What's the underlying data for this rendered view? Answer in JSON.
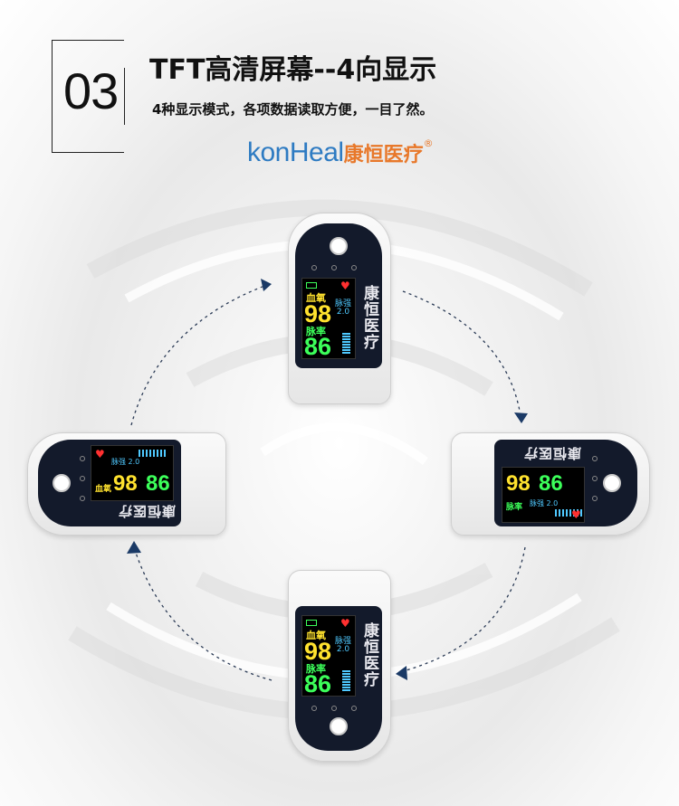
{
  "header": {
    "number": "03",
    "title": "TFT高清屏幕--4向显示",
    "subtitle": "4种显示模式，各项数据读取方便，一目了然。"
  },
  "logo": {
    "english": "konHeal",
    "chinese": "康恒医疗",
    "registered": "®"
  },
  "device": {
    "brand": "康恒医疗",
    "spo2_label": "血氧",
    "spo2_value": "98",
    "pr_label": "脉率",
    "pr_value": "86",
    "pi_label": "脉强",
    "pi_value": "2.0",
    "heart_icon": "heart-icon",
    "battery_icon": "battery-icon"
  },
  "colors": {
    "spo2": "#ffe22e",
    "pulse": "#3cff5a",
    "pi": "#4fc9ff",
    "arrow": "#1b3a66",
    "logo_en": "#2e7bc2",
    "logo_cn": "#e8782a"
  }
}
